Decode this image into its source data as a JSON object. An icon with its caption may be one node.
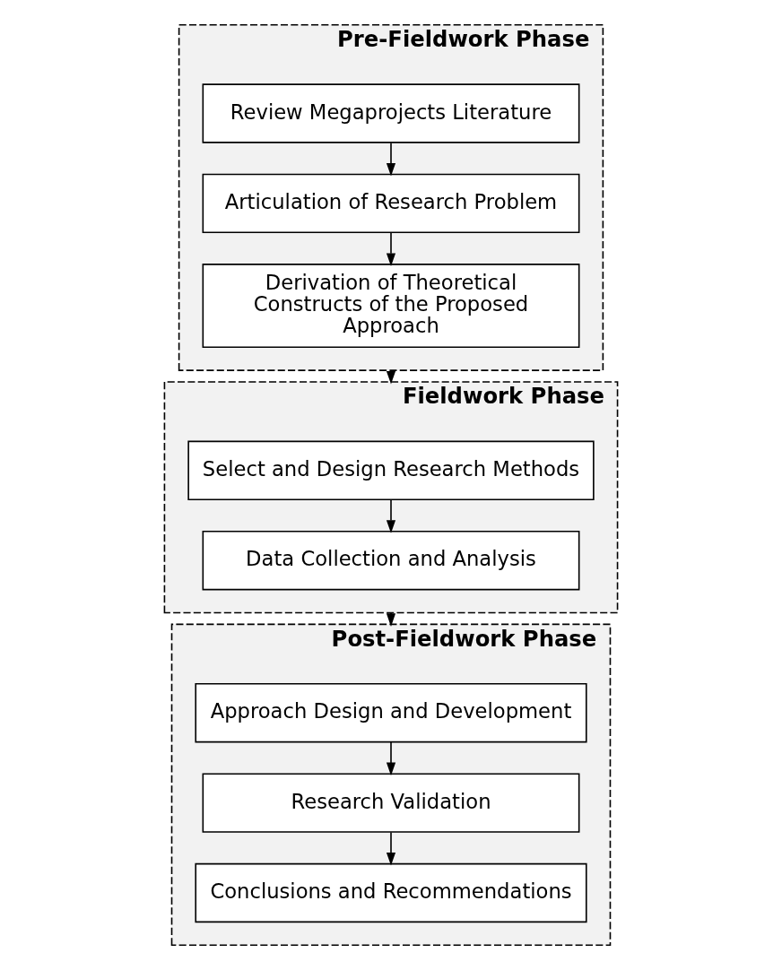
{
  "diagram": {
    "nodes": [
      {
        "text": [
          "Pre-Fieldwork Phase"
        ]
      },
      {
        "text": [
          "Review Megaprojects Literature"
        ],
        "in": 0
      },
      {
        "text": [
          "Articulation of Research Problem"
        ],
        "in": 0
      },
      {
        "text": [
          "Derivation of Theoretical Constructs of the Proposed Approach"
        ],
        "in": 0
      },
      {
        "text": [
          "Fieldwork Phase"
        ]
      },
      {
        "text": [
          "Select and Design Research Methods"
        ],
        "in": 4
      },
      {
        "text": [
          "Data Collection and Analysis"
        ],
        "in": 4
      },
      {
        "text": [
          "Post-Fieldwork Phase"
        ]
      },
      {
        "text": [
          "Approach Design and Development"
        ],
        "in": 7
      },
      {
        "text": [
          "Research Validation"
        ],
        "in": 7
      },
      {
        "text": [
          "Conclusions and Recommendations"
        ],
        "in": 7
      }
    ],
    "edges": [
      {
        "from": 1,
        "to": 2,
        "arrow": "to"
      },
      {
        "from": 2,
        "to": 3,
        "arrow": "to"
      },
      {
        "from": 0,
        "to": 4,
        "arrow": "to"
      },
      {
        "from": 5,
        "to": 6,
        "arrow": "to"
      },
      {
        "from": 4,
        "to": 7,
        "arrow": "to"
      },
      {
        "from": 8,
        "to": 9,
        "arrow": "to"
      },
      {
        "from": 9,
        "to": 10,
        "arrow": "to"
      }
    ]
  }
}
